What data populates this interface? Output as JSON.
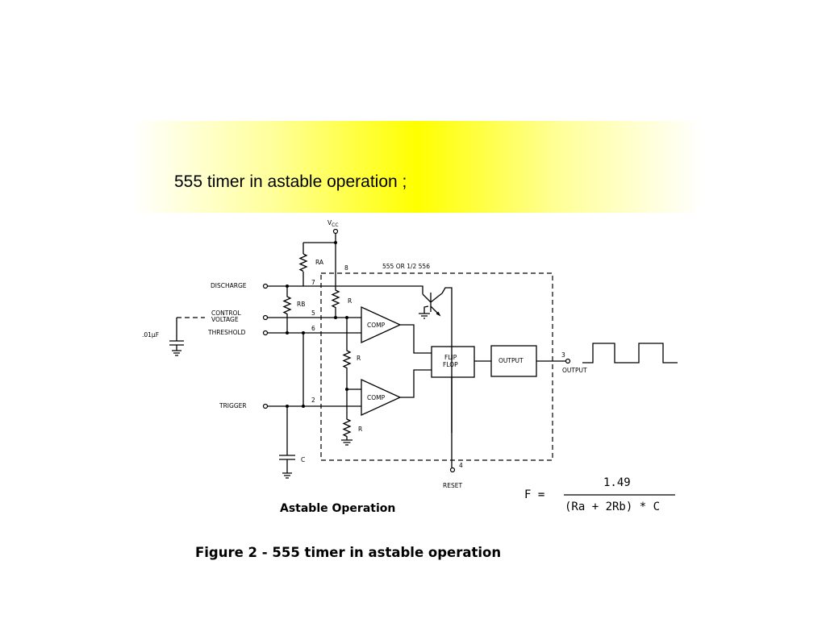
{
  "slide": {
    "title": "555 timer in astable operation ;"
  },
  "diagram": {
    "vcc_main": "V",
    "vcc_sub": "CC",
    "ic_label": "555 OR 1/2 556",
    "pins": {
      "p8": "8",
      "p7": "7",
      "p5": "5",
      "p6": "6",
      "p2": "2",
      "p3": "3",
      "p4": "4"
    },
    "signals": {
      "discharge": "DISCHARGE",
      "control_1": "CONTROL",
      "control_2": "VOLTAGE",
      "threshold": "THRESHOLD",
      "trigger": "TRIGGER",
      "output": "OUTPUT",
      "reset": "RESET"
    },
    "components": {
      "ra": "RA",
      "rb": "RB",
      "r": "R",
      "cap_c": "C",
      "cap_01": ".01µF",
      "comp": "COMP",
      "flip_1": "FLIP",
      "flip_2": "FLOP",
      "output_block": "OUTPUT"
    },
    "formula": {
      "lhs": "F =",
      "numerator": "1.49",
      "denominator": "(Ra + 2Rb) * C"
    },
    "caption": "Astable Operation",
    "figure_caption": "Figure 2 - 555 timer in astable operation"
  }
}
